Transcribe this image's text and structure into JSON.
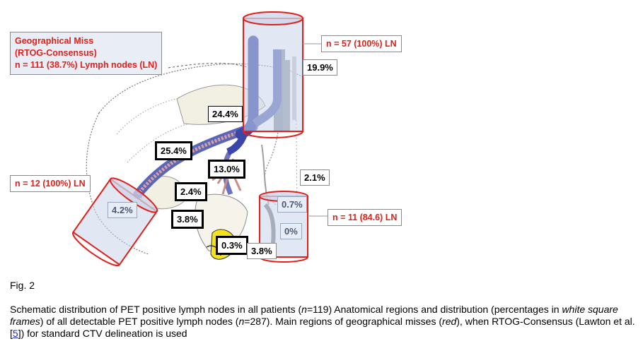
{
  "callouts": {
    "geo_miss": {
      "line1": "Geographical Miss",
      "line2": "(RTOG-Consensus)",
      "line3": "n = 111 (38.7%) Lymph nodes (LN)"
    },
    "n57": "n = 57 (100%) LN",
    "n12": "n =  12 (100%) LN",
    "n11": "n = 11 (84.6) LN"
  },
  "percentages": {
    "p199": "19.9%",
    "p244": "24.4%",
    "p254": "25.4%",
    "p130": "13.0%",
    "p21": "2.1%",
    "p24": "2.4%",
    "p42": "4.2%",
    "p38a": "3.8%",
    "p07": "0.7%",
    "p0": "0%",
    "p03": "0.3%",
    "p38b": "3.8%"
  },
  "colors": {
    "red": "#e0201b",
    "vein_blue": "#3b47a8",
    "cylinder_fill": "#c9d6ea",
    "gland_yellow": "#f2e21c"
  },
  "figure_label": "Fig. 2",
  "caption": {
    "t1": "Schematic distribution of PET positive lymph nodes in all patients (",
    "i1": "n",
    "t2": "=119) Anatomical regions and distribution (percentages in ",
    "i2": "white square frames",
    "t3": ") of all detectable PET positive lymph nodes (",
    "i3": "n",
    "t4": "=287). Main regions of geographical misses (",
    "i4": "red",
    "t5": "), when RTOG-Consensus (Lawton et al. ",
    "lb": "[",
    "ref": "5",
    "rb": "]",
    "t6": ") for standard CTV delineation is used"
  }
}
